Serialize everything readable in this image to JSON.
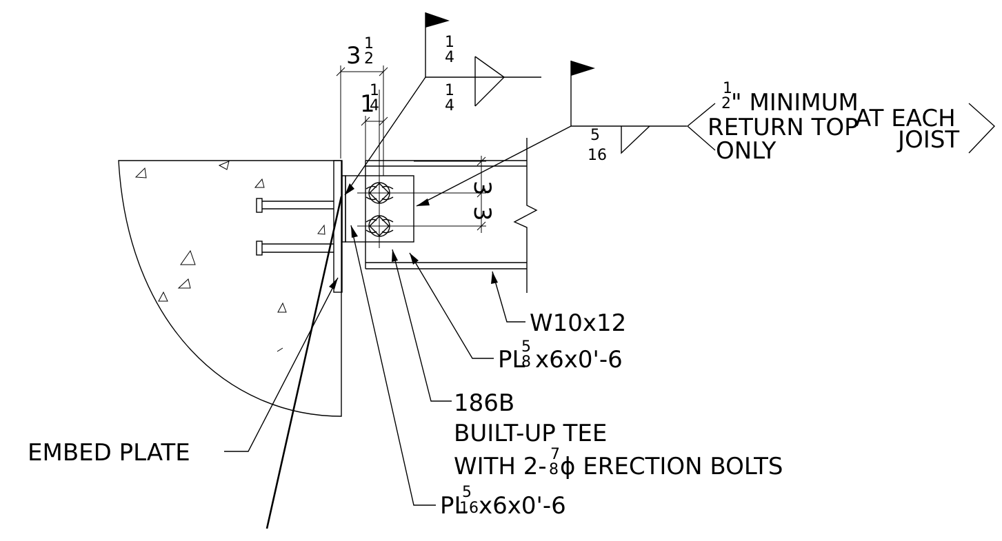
{
  "labels": {
    "embed_plate": "EMBED PLATE",
    "w_section": "W10x12",
    "plate_top_prefix": "PL",
    "plate_top_frac_num": "5",
    "plate_top_frac_den": "8",
    "plate_top_suffix": " x6x0'-6",
    "plate_bottom_prefix": "PL",
    "plate_bottom_frac_num": "5",
    "plate_bottom_frac_den": "16",
    "plate_bottom_suffix": " x6x0'-6",
    "mark": "186B",
    "tee_line1": "BUILT-UP TEE",
    "tee_line2_prefix": "WITH 2-",
    "tee_frac_num": "7",
    "tee_frac_den": "8",
    "tee_line2_suffix": "ϕ ERECTION BOLTS"
  },
  "dimensions": {
    "overall_whole": "3",
    "overall_num": "1",
    "overall_den": "2",
    "edge_whole": "1",
    "edge_num": "1",
    "edge_den": "4",
    "gage_top": "3",
    "gage_bottom": "3"
  },
  "weld_symbols": {
    "weld1_size_top": "1",
    "weld1_size_top_den": "4",
    "weld1_size_bottom": "1",
    "weld1_size_bottom_den": "4",
    "weld2_size_num": "5",
    "weld2_size_den": "16",
    "weld2_note_num": "1",
    "weld2_note_den": "2",
    "weld2_note_line1": "\" MINIMUM",
    "weld2_note_line2": "RETURN TOP",
    "weld2_note_line3": "ONLY",
    "weld2_tail_line1": "AT EACH",
    "weld2_tail_line2": "JOIST"
  }
}
